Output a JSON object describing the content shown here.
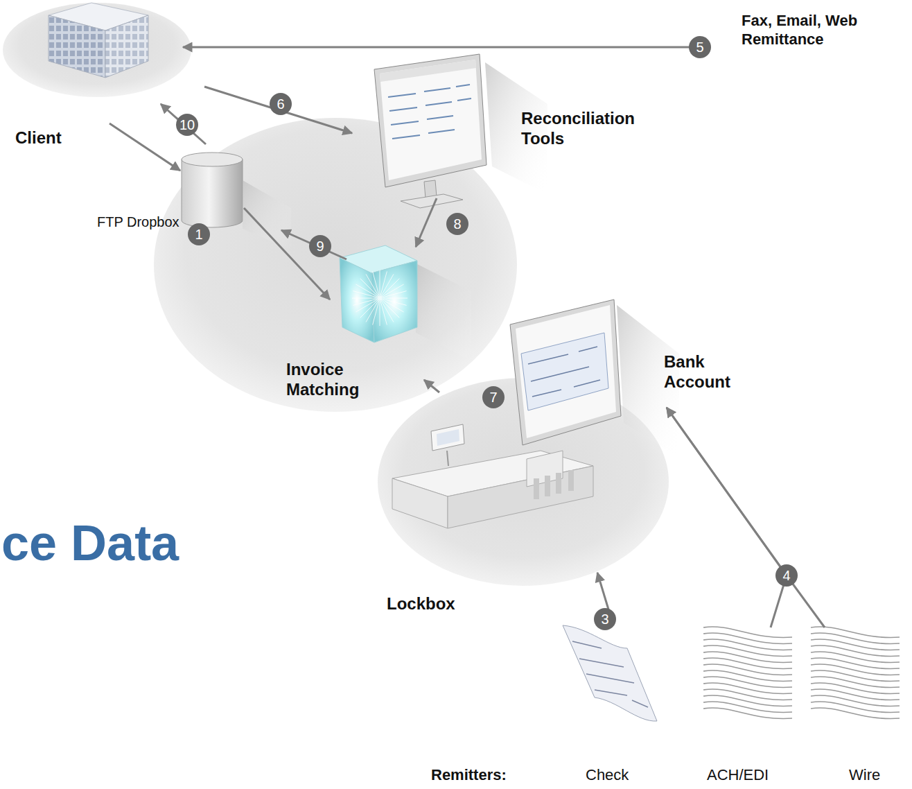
{
  "diagram": {
    "nodes": [
      {
        "text": [
          "Client"
        ]
      },
      {
        "text": [
          "FTP Dropbox"
        ]
      },
      {
        "text": [
          "Reconciliation Tools"
        ]
      },
      {
        "text": [
          "Invoice Matching"
        ]
      },
      {
        "text": [
          "Bank Account"
        ]
      },
      {
        "text": [
          "Lockbox"
        ]
      },
      {
        "text": [
          "Check"
        ]
      },
      {
        "text": [
          "ACH/EDI"
        ]
      },
      {
        "text": [
          "Wire"
        ]
      },
      {
        "text": [
          "Fax, Email, Web Remittance"
        ]
      }
    ],
    "edges": [
      {
        "from": 9,
        "to": 0,
        "arrow": "to",
        "label": "5"
      },
      {
        "from": 0,
        "to": 2,
        "arrow": "to",
        "label": "6"
      },
      {
        "from": 0,
        "to": 1,
        "arrow": "to"
      },
      {
        "from": 1,
        "to": 0,
        "arrow": "to",
        "label": "10"
      },
      {
        "from": 1,
        "to": 3,
        "arrow": "to"
      },
      {
        "from": 3,
        "to": 1,
        "arrow": "to",
        "label": "9"
      },
      {
        "from": 2,
        "to": 3,
        "arrow": "to",
        "label": "8"
      },
      {
        "from": 5,
        "to": 3,
        "arrow": "to",
        "label": "7"
      },
      {
        "from": 6,
        "to": 5,
        "arrow": "to",
        "label": "3"
      },
      {
        "from": 7,
        "to": 4,
        "arrow": "to",
        "label": "4"
      },
      {
        "from": 8,
        "to": 4,
        "arrow": "to"
      }
    ],
    "labels": [
      "ce Data",
      "Remitters:",
      "1"
    ]
  }
}
